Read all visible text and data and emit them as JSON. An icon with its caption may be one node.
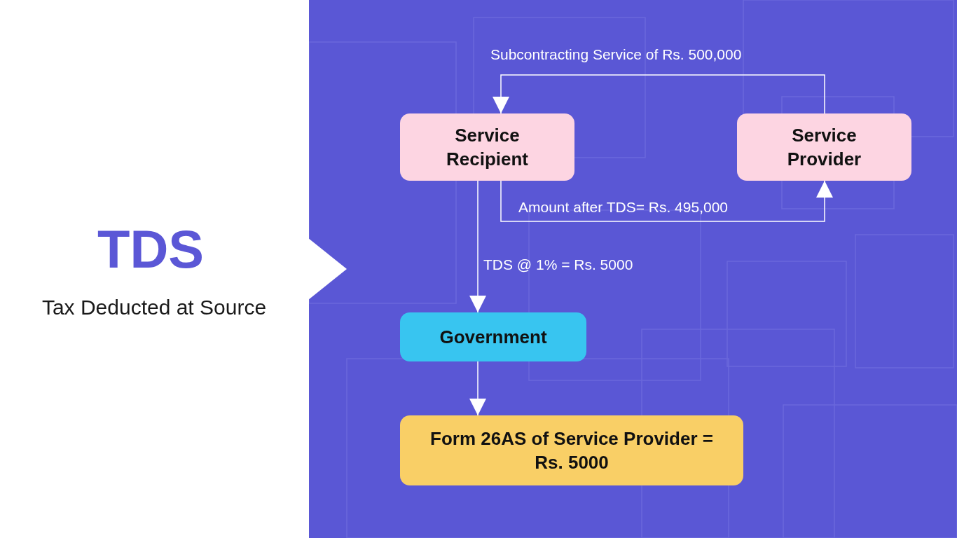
{
  "diagram": {
    "title": "TDS",
    "nodes": [
      {
        "text": [
          "Service Recipient"
        ]
      },
      {
        "text": [
          "Service Provider"
        ]
      },
      {
        "text": [
          "Government"
        ]
      },
      {
        "text": [
          "Form 26AS of Service Provider = Rs. 5000"
        ]
      }
    ],
    "edges": [
      {
        "from": 1,
        "to": 0,
        "arrow": "to",
        "label": "Subcontracting Service of Rs. 500,000"
      },
      {
        "from": 0,
        "to": 1,
        "arrow": "to",
        "label": "Amount after TDS= Rs. 495,000"
      },
      {
        "from": 0,
        "to": 2,
        "arrow": "to",
        "label": "TDS @ 1% = Rs. 5000"
      },
      {
        "from": 2,
        "to": 3,
        "arrow": "to"
      }
    ],
    "labels": [
      "Tax Deducted at Source"
    ]
  }
}
